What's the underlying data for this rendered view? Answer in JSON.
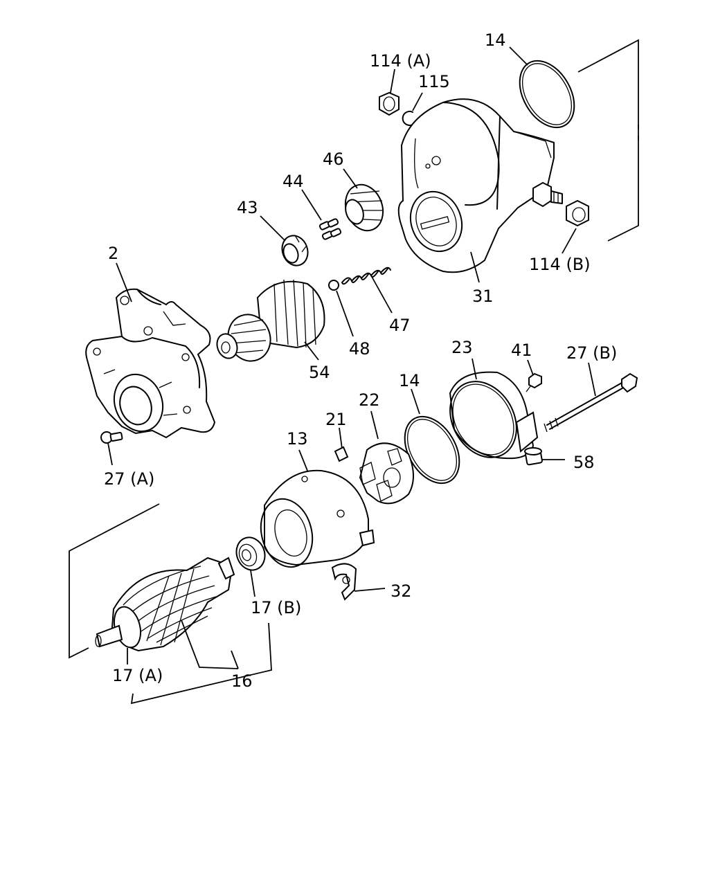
{
  "diagram": {
    "type": "exploded-parts-view",
    "labels": [
      {
        "id": "l14a",
        "text": "14"
      },
      {
        "id": "l114a",
        "text": "114 (A)"
      },
      {
        "id": "l115",
        "text": "115"
      },
      {
        "id": "l46",
        "text": "46"
      },
      {
        "id": "l44",
        "text": "44"
      },
      {
        "id": "l43",
        "text": "43"
      },
      {
        "id": "l2",
        "text": "2"
      },
      {
        "id": "l31",
        "text": "31"
      },
      {
        "id": "l114b",
        "text": "114 (B)"
      },
      {
        "id": "l47",
        "text": "47"
      },
      {
        "id": "l48",
        "text": "48"
      },
      {
        "id": "l54",
        "text": "54"
      },
      {
        "id": "l23",
        "text": "23"
      },
      {
        "id": "l41",
        "text": "41"
      },
      {
        "id": "l27b",
        "text": "27 (B)"
      },
      {
        "id": "l14b",
        "text": "14"
      },
      {
        "id": "l22",
        "text": "22"
      },
      {
        "id": "l21",
        "text": "21"
      },
      {
        "id": "l13",
        "text": "13"
      },
      {
        "id": "l58",
        "text": "58"
      },
      {
        "id": "l27a",
        "text": "27 (A)"
      },
      {
        "id": "l32",
        "text": "32"
      },
      {
        "id": "l17b",
        "text": "17 (B)"
      },
      {
        "id": "l17a",
        "text": "17 (A)"
      },
      {
        "id": "l16",
        "text": "16"
      }
    ]
  }
}
